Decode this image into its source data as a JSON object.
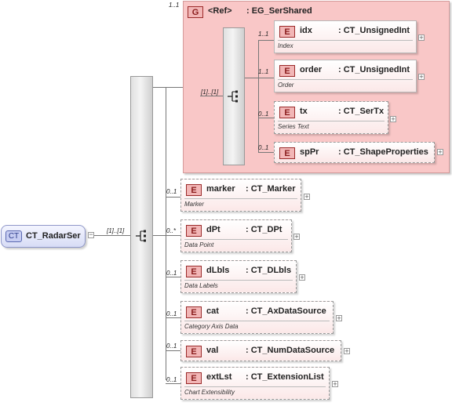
{
  "root": {
    "badge": "CT",
    "name": "CT_RadarSer",
    "cardinality": "[1]..[1]"
  },
  "group": {
    "badge": "G",
    "ref": "<Ref>",
    "type": ": EG_SerShared",
    "cardinality": "1..1",
    "sequence_cardinality": "[1]..[1]",
    "elements": [
      {
        "badge": "E",
        "name": "idx",
        "type": ": CT_UnsignedInt",
        "doc": "Index",
        "cardinality": "1..1",
        "optional": false
      },
      {
        "badge": "E",
        "name": "order",
        "type": ": CT_UnsignedInt",
        "doc": "Order",
        "cardinality": "1..1",
        "optional": false
      },
      {
        "badge": "E",
        "name": "tx",
        "type": ": CT_SerTx",
        "doc": "Series Text",
        "cardinality": "0..1",
        "optional": true
      },
      {
        "badge": "E",
        "name": "spPr",
        "type": ": CT_ShapeProperties",
        "doc": "",
        "cardinality": "0..1",
        "optional": true
      }
    ]
  },
  "elements": [
    {
      "badge": "E",
      "name": "marker",
      "type": ": CT_Marker",
      "doc": "Marker",
      "cardinality": "0..1",
      "optional": true
    },
    {
      "badge": "E",
      "name": "dPt",
      "type": ": CT_DPt",
      "doc": "Data Point",
      "cardinality": "0..*",
      "optional": true
    },
    {
      "badge": "E",
      "name": "dLbls",
      "type": ": CT_DLbls",
      "doc": "Data Labels",
      "cardinality": "0..1",
      "optional": true
    },
    {
      "badge": "E",
      "name": "cat",
      "type": ": CT_AxDataSource",
      "doc": "Category Axis Data",
      "cardinality": "0..1",
      "optional": true
    },
    {
      "badge": "E",
      "name": "val",
      "type": ": CT_NumDataSource",
      "doc": "",
      "cardinality": "0..1",
      "optional": true
    },
    {
      "badge": "E",
      "name": "extLst",
      "type": ": CT_ExtensionList",
      "doc": "Chart Extensibility",
      "cardinality": "0..1",
      "optional": true
    }
  ],
  "colors": {
    "group_bg": "#f9c7c7",
    "element_badge": "#f2b6b6",
    "ct_badge": "#c7cdf2"
  }
}
